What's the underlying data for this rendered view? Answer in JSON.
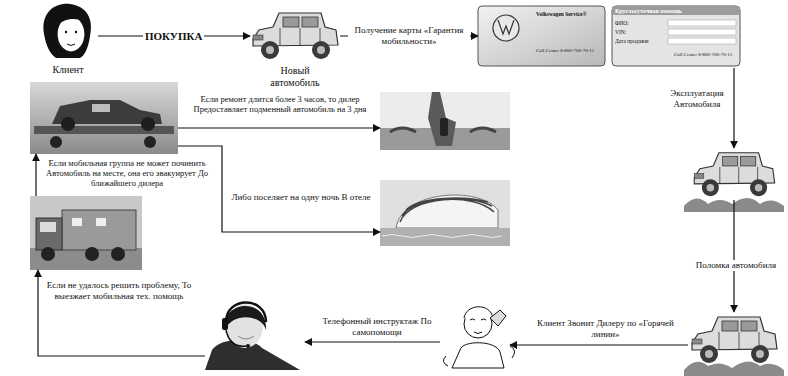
{
  "diagram": {
    "nodes": [
      {
        "text": [
          "Клиент"
        ]
      },
      {
        "text": [
          "Новый автомобиль"
        ]
      },
      {
        "text": [
          "Volkswagen Service®",
          "Call Center 8-800-700-70-11",
          "Круглосуточная помощь",
          "ФИО:",
          "VIN:",
          "Дата продажи:",
          "Call Center 8-800-700-70-11"
        ]
      },
      {
        "text": [
          "Эксплуатация Автомобиля"
        ]
      },
      {
        "text": [
          "Поломка автомобиля"
        ]
      },
      {
        "text": [
          "Клиент Звонит Дилеру по «Горячей линии»"
        ]
      },
      {
        "text": [
          "Телефонный инструктаж По самопомощи"
        ]
      },
      {
        "text": [
          "Если не удалось решить проблему, То выезжает мобильная тех. помощь"
        ]
      },
      {
        "text": [
          "Если мобильная группа не может починить Автомобиль на месте, она его эвакуирует До ближайшего дилера"
        ]
      },
      {
        "text": [
          "Если ремонт длится более 3 часов, то дилер Предоставляет подменный автомобиль на 3 дня"
        ]
      },
      {
        "text": [
          "Либо поселяет на одну ночь В отеле"
        ]
      }
    ],
    "edges": [
      {
        "from": 0,
        "to": 1,
        "label": "ПОКУПКА",
        "arrow": "to"
      },
      {
        "from": 1,
        "to": 2,
        "label": "Получение карты «Гарантия мобильности»",
        "arrow": "to"
      },
      {
        "from": 2,
        "to": 3,
        "arrow": "to"
      },
      {
        "from": 3,
        "to": 4,
        "arrow": "to"
      },
      {
        "from": 4,
        "to": 5,
        "arrow": "to"
      },
      {
        "from": 5,
        "to": 6,
        "arrow": "to"
      },
      {
        "from": 6,
        "to": 7,
        "arrow": "to"
      },
      {
        "from": 7,
        "to": 8,
        "arrow": "to"
      },
      {
        "from": 8,
        "to": 9,
        "arrow": "to"
      },
      {
        "from": 8,
        "to": 10,
        "arrow": "to"
      }
    ]
  }
}
